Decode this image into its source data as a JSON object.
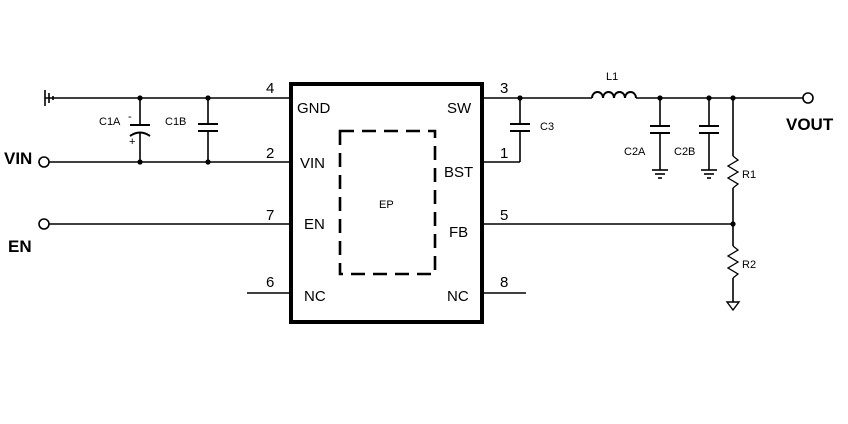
{
  "ic": {
    "pins": {
      "gnd": {
        "name": "GND",
        "number": "4"
      },
      "vin": {
        "name": "VIN",
        "number": "2"
      },
      "en": {
        "name": "EN",
        "number": "7"
      },
      "nc_left": {
        "name": "NC",
        "number": "6"
      },
      "sw": {
        "name": "SW",
        "number": "3"
      },
      "bst": {
        "name": "BST",
        "number": "1"
      },
      "fb": {
        "name": "FB",
        "number": "5"
      },
      "nc_right": {
        "name": "NC",
        "number": "8"
      }
    },
    "pad_label": "EP"
  },
  "nets": {
    "vin": "VIN",
    "en": "EN",
    "vout": "VOUT"
  },
  "components": {
    "c1a": "C1A",
    "c1a_minus": "-",
    "c1a_plus": "+",
    "c1b": "C1B",
    "c3": "C3",
    "l1": "L1",
    "c2a": "C2A",
    "c2b": "C2B",
    "r1": "R1",
    "r2": "R2"
  }
}
